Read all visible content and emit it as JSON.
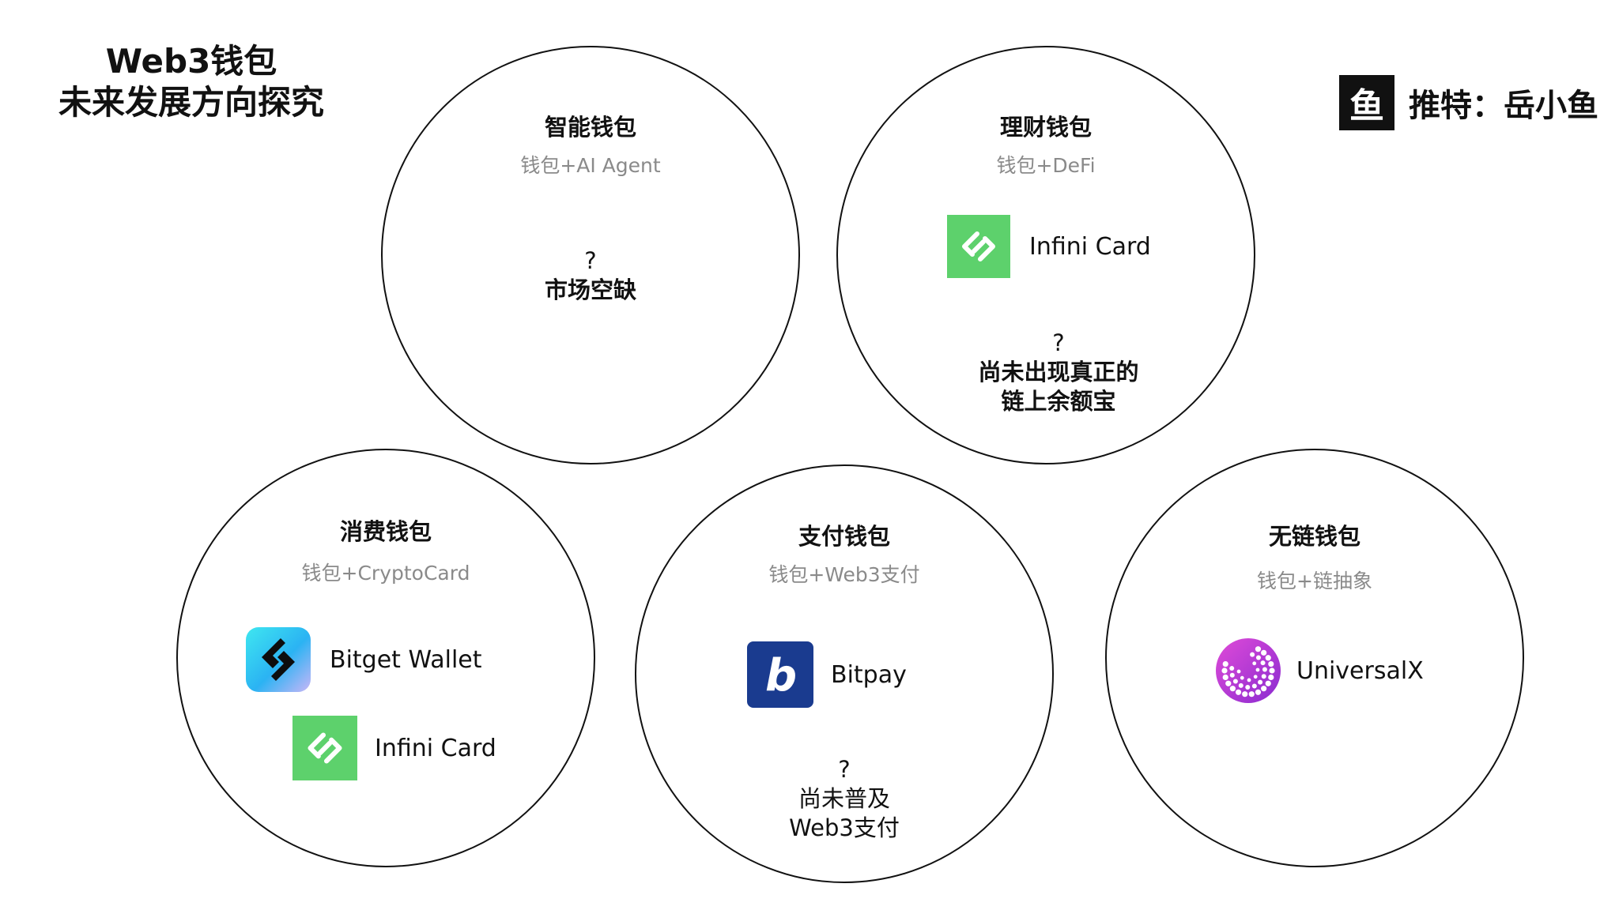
{
  "header": {
    "title_line1": "Web3钱包",
    "title_line2": "未来发展方向探究"
  },
  "brand": {
    "logo_char": "鱼",
    "text": "推特：岳小鱼"
  },
  "circles": [
    {
      "title": "智能钱包",
      "subtitle": "钱包+AI Agent",
      "note_q": "?",
      "note_lines": [
        "市场空缺"
      ]
    },
    {
      "title": "理财钱包",
      "subtitle": "钱包+DeFi",
      "items": [
        {
          "name": "Infini Card",
          "icon": "infini-card-icon"
        }
      ],
      "note_q": "?",
      "note_lines": [
        "尚未出现真正的",
        "链上余额宝"
      ]
    },
    {
      "title": "消费钱包",
      "subtitle": "钱包+CryptoCard",
      "items": [
        {
          "name": "Bitget Wallet",
          "icon": "bitget-wallet-icon"
        },
        {
          "name": "Infini Card",
          "icon": "infini-card-icon"
        }
      ]
    },
    {
      "title": "支付钱包",
      "subtitle": "钱包+Web3支付",
      "items": [
        {
          "name": "Bitpay",
          "icon": "bitpay-icon"
        }
      ],
      "note_q": "?",
      "note_lines": [
        "尚未普及",
        "Web3支付"
      ]
    },
    {
      "title": "无链钱包",
      "subtitle": "钱包+链抽象",
      "items": [
        {
          "name": "UniversalX",
          "icon": "universalx-icon"
        }
      ]
    }
  ],
  "colors": {
    "infini_green": "#5dd16c",
    "bitpay_blue": "#1a3b8f",
    "universalx_purple": "#b93ad6",
    "subtitle_gray": "#8a8a8a"
  }
}
